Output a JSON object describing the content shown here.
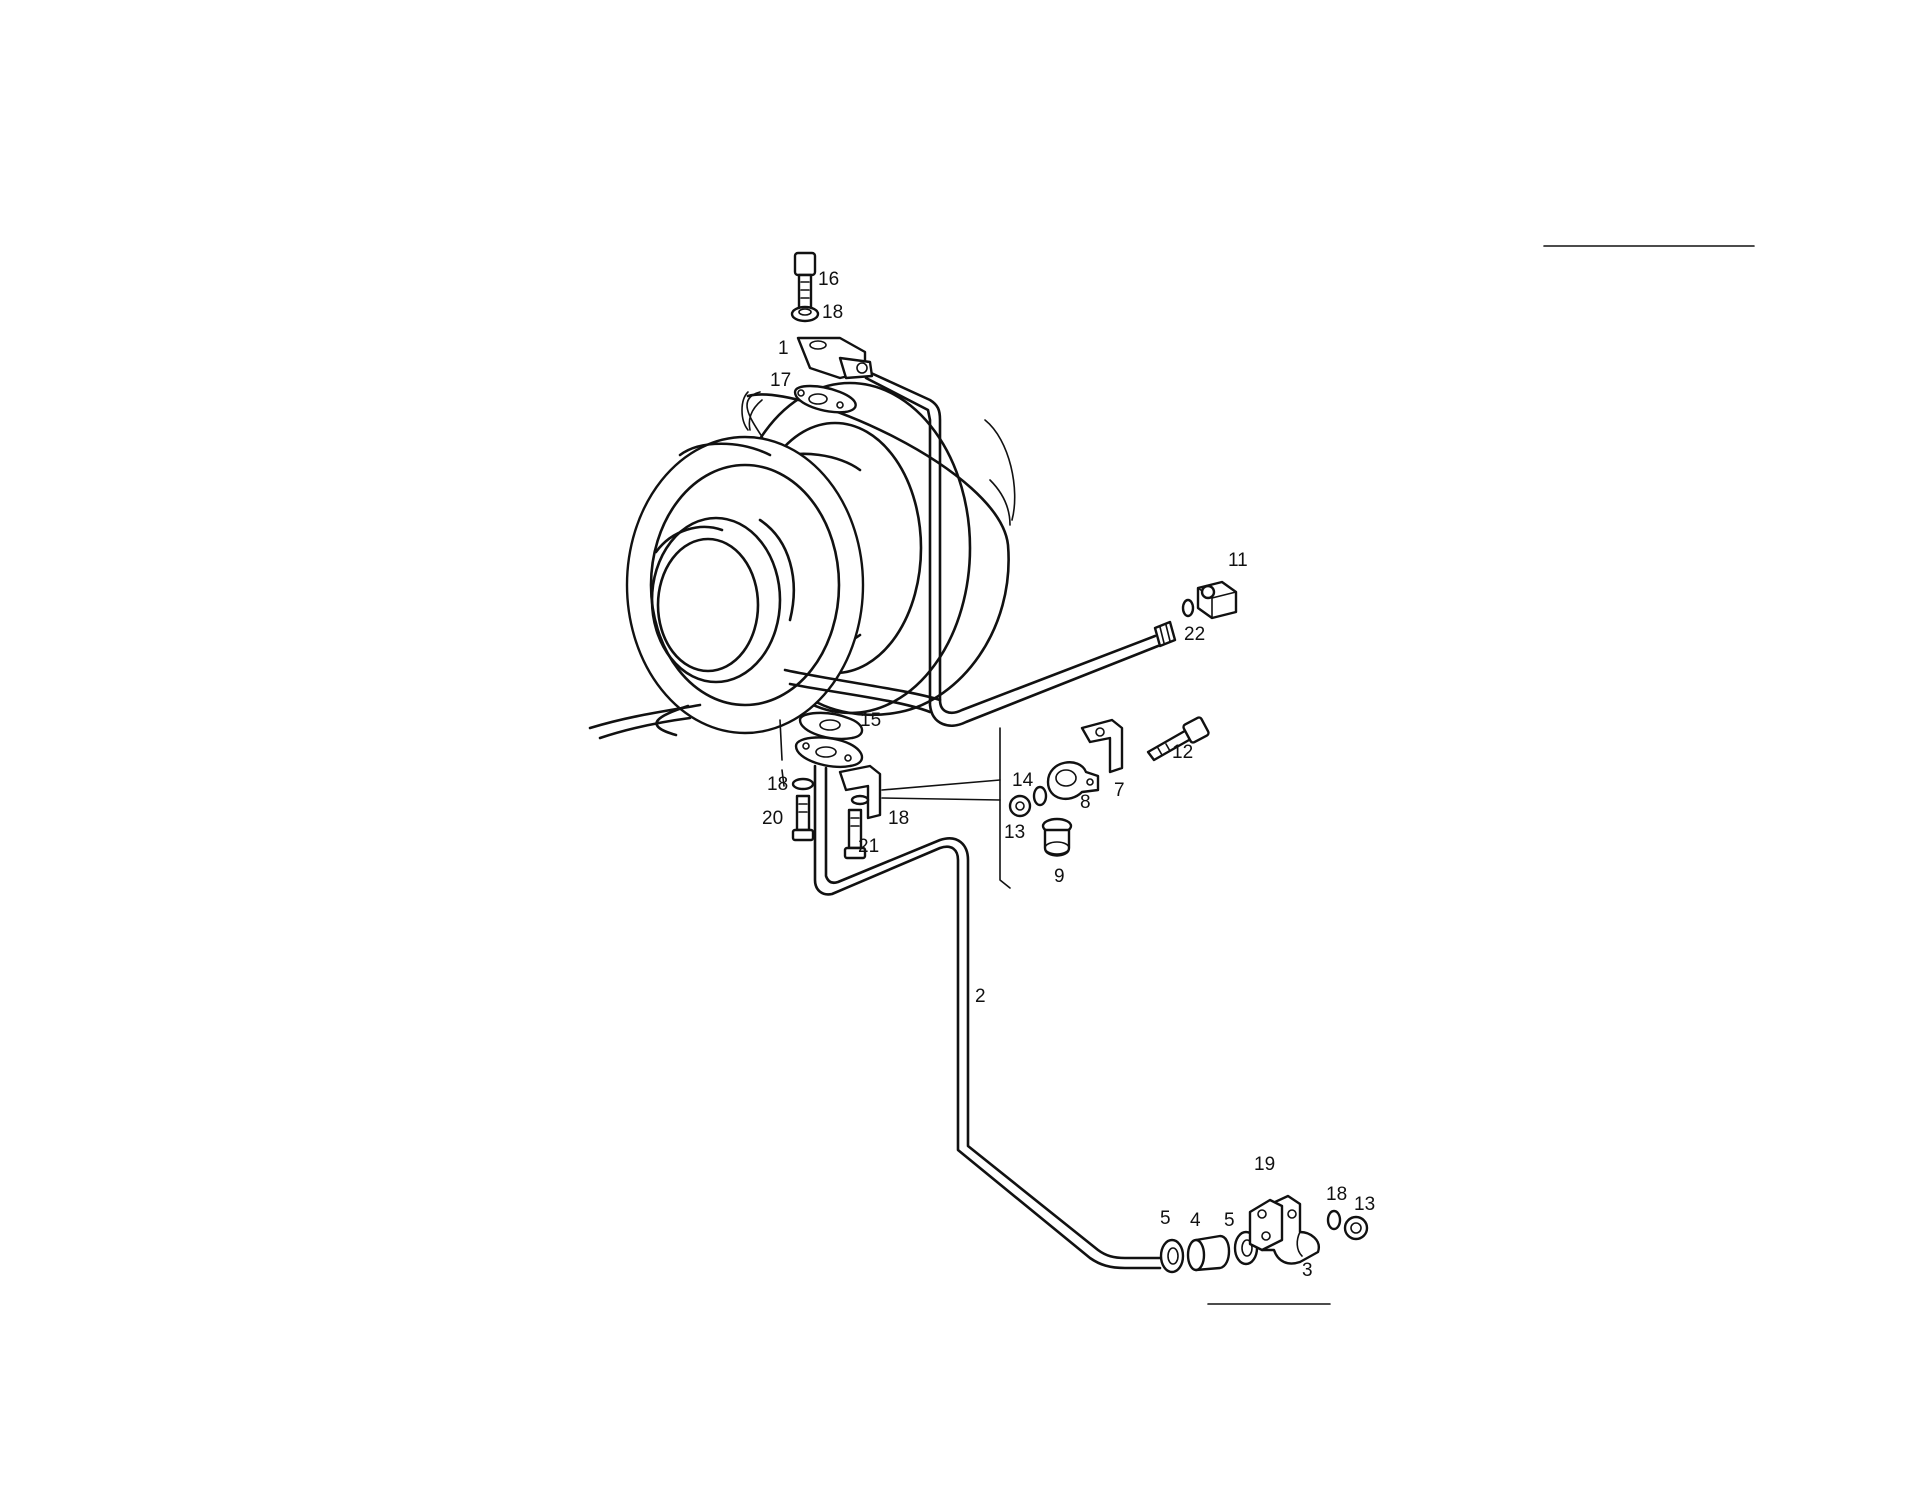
{
  "labels": {
    "l1": "1",
    "l2": "2",
    "l3": "3",
    "l4": "4",
    "l5a": "5",
    "l5b": "5",
    "l7": "7",
    "l8": "8",
    "l9": "9",
    "l11": "11",
    "l12": "12",
    "l13a": "13",
    "l13b": "13",
    "l14": "14",
    "l15": "15",
    "l16": "16",
    "l17": "17",
    "l18a": "18",
    "l18b": "18",
    "l18c": "18",
    "l18d": "18",
    "l19": "19",
    "l20": "20",
    "l21": "21",
    "l22": "22"
  }
}
